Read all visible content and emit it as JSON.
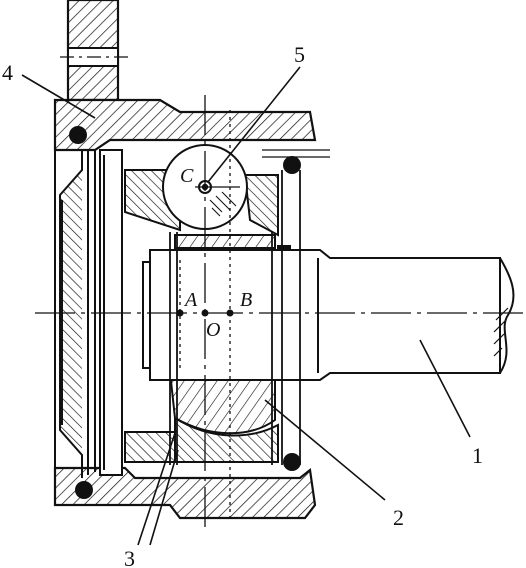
{
  "labels": {
    "part_1": "1",
    "part_2": "2",
    "part_3": "3",
    "part_4": "4",
    "part_5": "5"
  },
  "points": {
    "a": "A",
    "b": "B",
    "o": "O",
    "c": "C"
  },
  "colors": {
    "ink": "#111111",
    "paper": "#ffffff"
  }
}
